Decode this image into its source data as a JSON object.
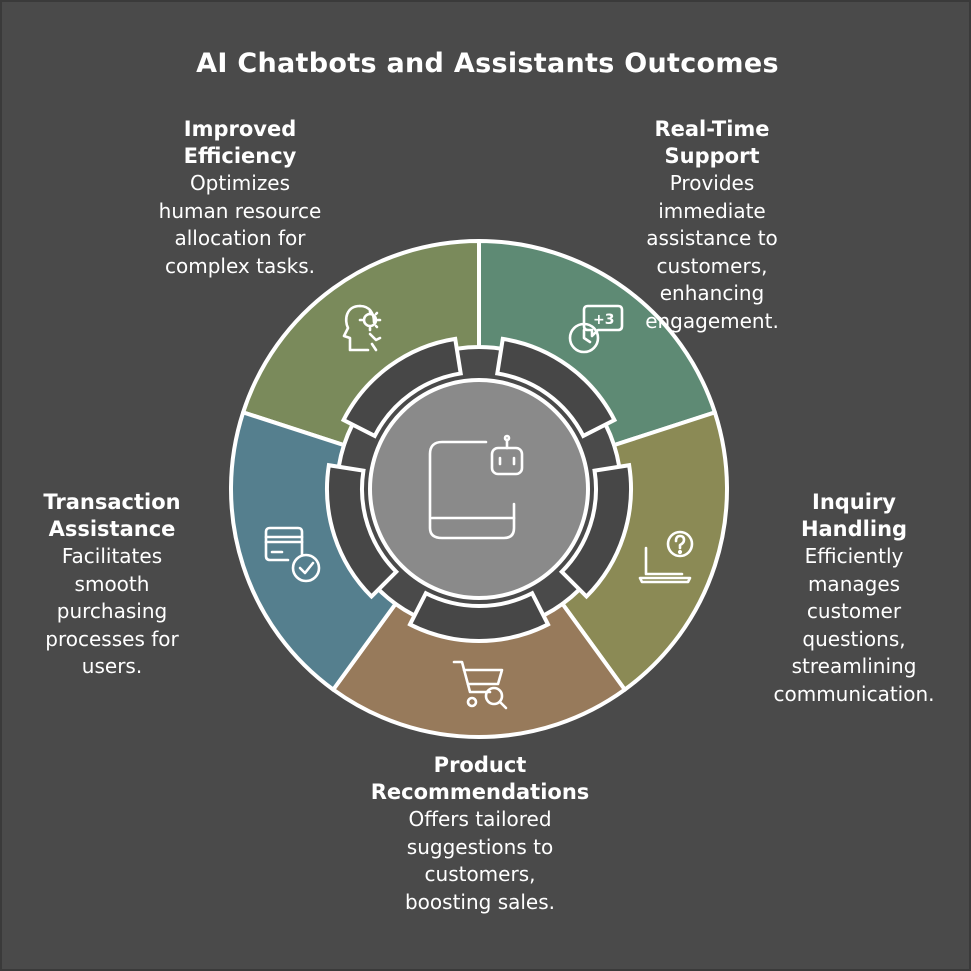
{
  "title": "AI Chatbots and Assistants Outcomes",
  "colors": {
    "background": "#4a4a4a",
    "efficiency": "#7a8a5b",
    "support": "#5e8a74",
    "inquiry": "#8b8a55",
    "recommendations": "#977a5b",
    "transaction": "#557f8e",
    "hub": "#8a8a8a"
  },
  "segments": [
    {
      "key": "efficiency",
      "title": "Improved Efficiency",
      "title_lines": [
        "Improved",
        "Efficiency"
      ],
      "desc_lines": [
        "Optimizes",
        "human resource",
        "allocation for",
        "complex tasks."
      ],
      "icon": "gear-head-icon"
    },
    {
      "key": "support",
      "title": "Real-Time Support",
      "title_lines": [
        "Real-Time",
        "Support"
      ],
      "desc_lines": [
        "Provides",
        "immediate",
        "assistance to",
        "customers,",
        "enhancing",
        "engagement."
      ],
      "icon": "chat-clock-icon"
    },
    {
      "key": "inquiry",
      "title": "Inquiry Handling",
      "title_lines": [
        "Inquiry",
        "Handling"
      ],
      "desc_lines": [
        "Efficiently",
        "manages",
        "customer",
        "questions,",
        "streamlining",
        "communication."
      ],
      "icon": "laptop-question-icon"
    },
    {
      "key": "recommendations",
      "title": "Product Recommendations",
      "title_lines": [
        "Product",
        "Recommendations"
      ],
      "desc_lines": [
        "Offers tailored",
        "suggestions to",
        "customers,",
        "boosting sales."
      ],
      "icon": "cart-search-icon"
    },
    {
      "key": "transaction",
      "title": "Transaction Assistance",
      "title_lines": [
        "Transaction",
        "Assistance"
      ],
      "desc_lines": [
        "Facilitates",
        "smooth",
        "purchasing",
        "processes for",
        "users."
      ],
      "icon": "card-check-icon"
    }
  ],
  "hub": {
    "icon": "chatbot-device-icon"
  }
}
